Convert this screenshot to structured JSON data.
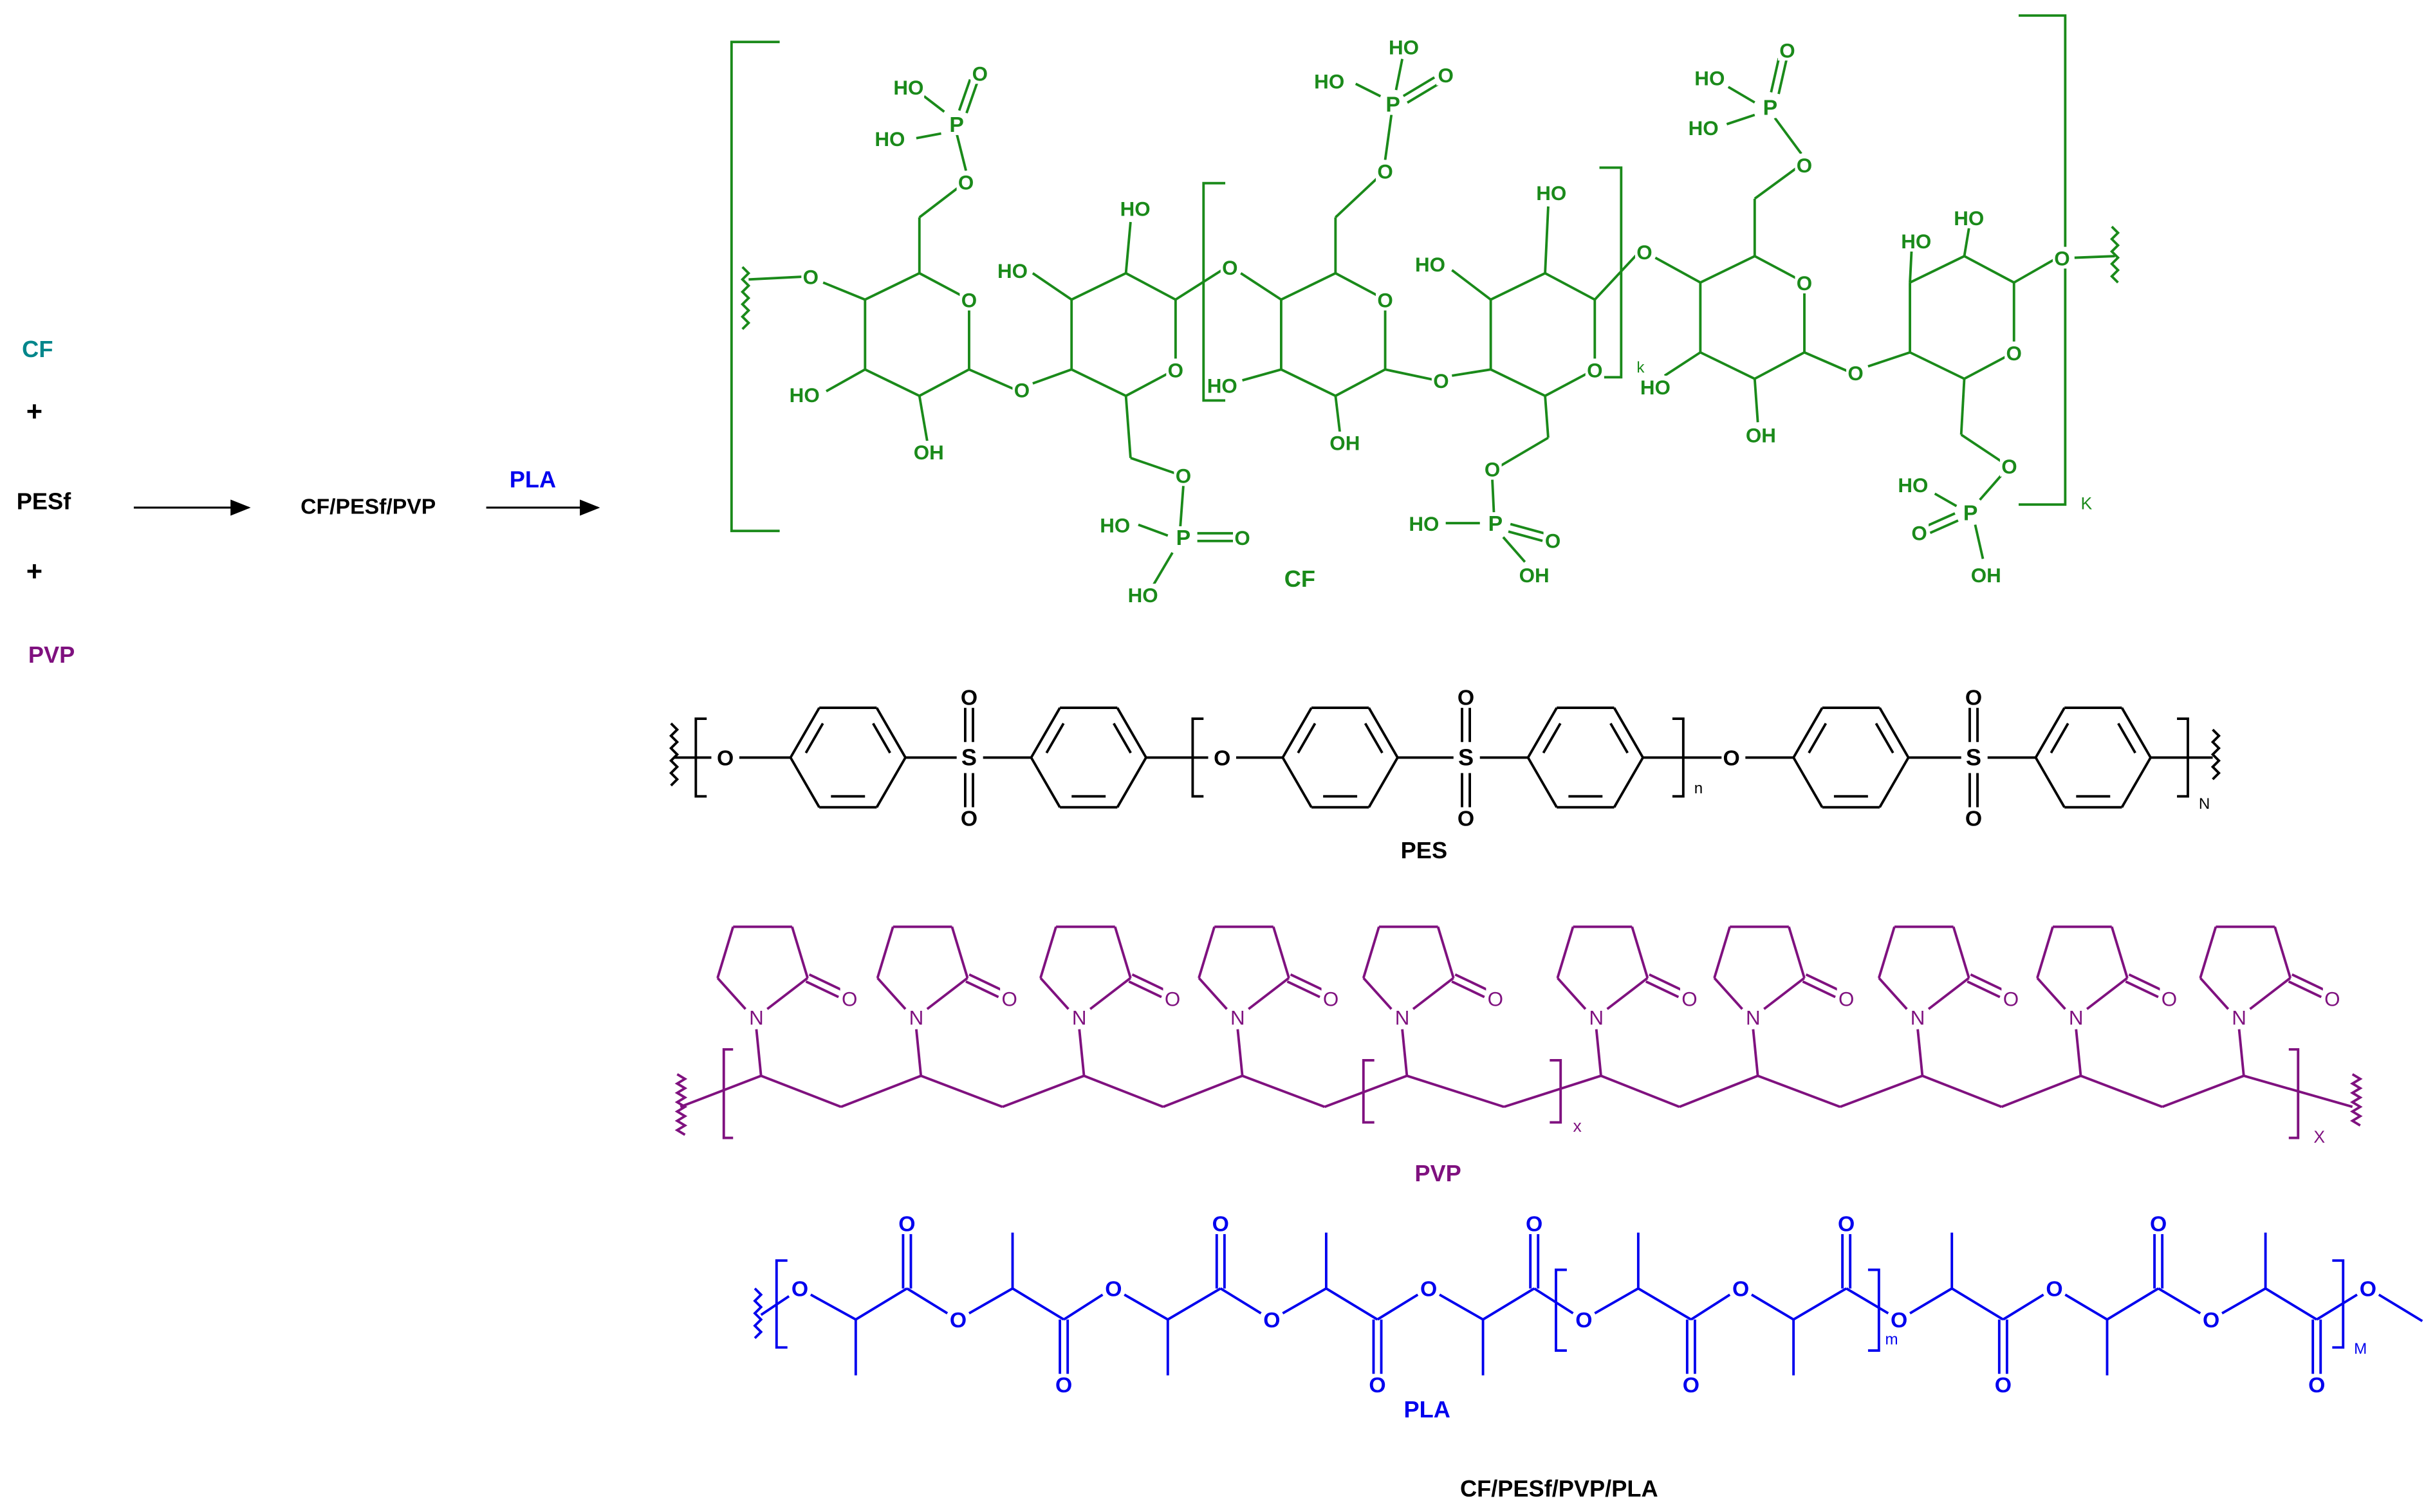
{
  "colors": {
    "cf_reagent": "#00868b",
    "cf": "#1a8a1a",
    "pes": "#000000",
    "pvp": "#7f117f",
    "pla": "#0000ee",
    "text": "#000000"
  },
  "reaction": {
    "reagent_cf": "CF",
    "plus_1": "+",
    "reagent_pesf": "PESf",
    "plus_2": "+",
    "reagent_pvp": "PVP",
    "intermediate": "CF/PESf/PVP",
    "reagent_over_arrow": "PLA"
  },
  "structures": {
    "cf_label": "CF",
    "pes_label": "PES",
    "pvp_label": "PVP",
    "pla_label": "PLA",
    "product_label": "CF/PESf/PVP/PLA"
  },
  "subscripts": {
    "cf_inner": "k",
    "cf_outer": "K",
    "pes_inner": "n",
    "pes_outer": "N",
    "pvp_inner": "x",
    "pvp_outer": "X",
    "pla_inner": "m",
    "pla_outer": "M"
  },
  "atoms": {
    "oxygen": "O",
    "hydroxyl": "OH",
    "hydroxyl_left": "HO",
    "phosphorus": "P",
    "sulfur": "S",
    "nitrogen": "N"
  }
}
